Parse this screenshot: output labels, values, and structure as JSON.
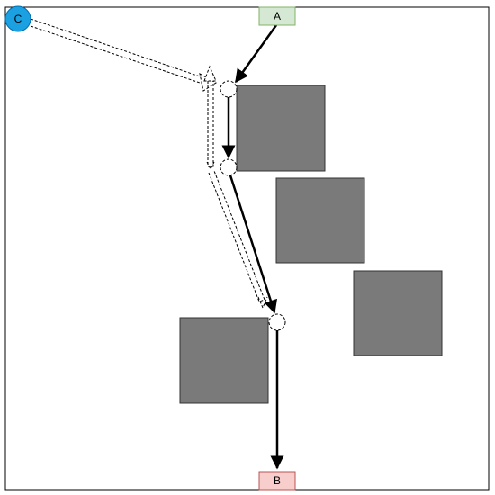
{
  "nodes": {
    "start": {
      "label": "A",
      "fill": "#d5e8d4",
      "stroke": "#82b366"
    },
    "end": {
      "label": "B",
      "fill": "#f8cecc",
      "stroke": "#b85450"
    },
    "agent": {
      "label": "C",
      "fill": "#1ba1e2",
      "stroke": "#006eaf"
    }
  },
  "colors": {
    "frame": "#000000",
    "obstacle_fill": "#7a7a7a",
    "obstacle_stroke": "#333333",
    "path_solid": "#000000",
    "path_dashed": "#000000"
  },
  "icons": {
    "waypoint": "dashed-circle-icon",
    "arrow": "arrowhead-icon"
  }
}
